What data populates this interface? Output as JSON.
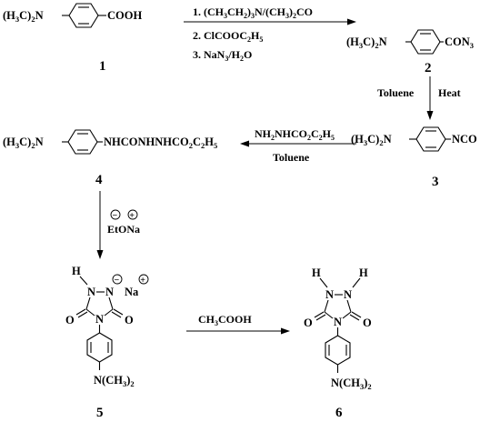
{
  "compounds": {
    "c1": {
      "number": "1",
      "left_group": {
        "text": "(H",
        "sub1": "3",
        "mid": "C)",
        "sub2": "2",
        "end": "N"
      },
      "right_group": "COOH"
    },
    "c2": {
      "number": "2",
      "left_group": {
        "text": "(H",
        "sub1": "3",
        "mid": "C)",
        "sub2": "2",
        "end": "N"
      },
      "right_group": {
        "text": "CON",
        "sub": "3"
      }
    },
    "c3": {
      "number": "3",
      "left_group": {
        "text": "(H",
        "sub1": "3",
        "mid": "C)",
        "sub2": "2",
        "end": "N"
      },
      "right_group": "NCO"
    },
    "c4": {
      "number": "4",
      "left_group": {
        "text": "(H",
        "sub1": "3",
        "mid": "C)",
        "sub2": "2",
        "end": "N"
      },
      "right_group": {
        "text": "NHCONHNHCO",
        "sub1": "2",
        "mid": "C",
        "sub2": "2",
        "mid2": "H",
        "sub3": "5"
      }
    },
    "c5": {
      "number": "5",
      "atoms": {
        "h": "H",
        "n1": "N",
        "n2": "N",
        "na": "Na",
        "o_left": "O",
        "o_right": "O",
        "n4": "N"
      },
      "amine": {
        "text": "N(CH",
        "sub": "3",
        "end": ")",
        "sub2": "2"
      }
    },
    "c6": {
      "number": "6",
      "atoms": {
        "h1": "H",
        "h2": "H",
        "n1": "N",
        "n2": "N",
        "o_left": "O",
        "o_right": "O",
        "n4": "N"
      },
      "amine": {
        "text": "N(CH",
        "sub": "3",
        "end": ")",
        "sub2": "2"
      }
    }
  },
  "reactions": {
    "r1": {
      "step1": {
        "pre": "1. (CH",
        "s1": "3",
        "m1": "CH",
        "s2": "2",
        "m2": ")",
        "s3": "3",
        "m3": "N/(CH",
        "s4": "3",
        "m4": ")",
        "s5": "2",
        "end": "CO"
      },
      "step2": {
        "pre": "2. ClCOOC",
        "s1": "2",
        "m1": "H",
        "s2": "5"
      },
      "step3": {
        "pre": "3. NaN",
        "s1": "3",
        "m1": "/H",
        "s2": "2",
        "end": "O"
      }
    },
    "r2": {
      "left_label": "Toluene",
      "right_label": "Heat"
    },
    "r3": {
      "reagent": {
        "pre": "NH",
        "s1": "2",
        "m1": "NHCO",
        "s2": "2",
        "m2": "C",
        "s3": "2",
        "m3": "H",
        "s4": "5"
      },
      "solvent": "Toluene"
    },
    "r4": {
      "reagent": "EtONa",
      "charge_neg": "−",
      "charge_pos": "+"
    },
    "r5": {
      "reagent": {
        "pre": "CH",
        "s1": "3",
        "end": "COOH"
      }
    }
  },
  "ions": {
    "c5_neg": "−",
    "c5_pos": "+"
  }
}
